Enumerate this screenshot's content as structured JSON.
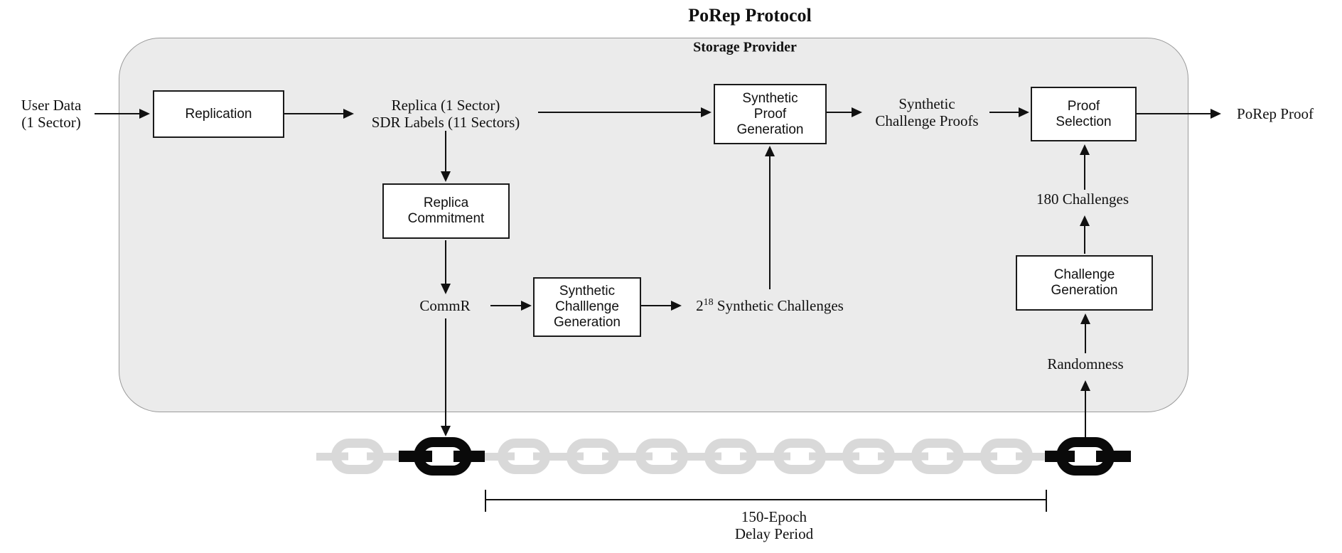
{
  "title": "PoRep Protocol",
  "container_label": "Storage Provider",
  "nodes": {
    "replication": [
      "Replication"
    ],
    "replica_commitment": [
      "Replica",
      "Commitment"
    ],
    "synthetic_challenge_generation": [
      "Synthetic",
      "Challlenge",
      "Generation"
    ],
    "synthetic_proof_generation": [
      "Synthetic",
      "Proof",
      "Generation"
    ],
    "proof_selection": [
      "Proof",
      "Selection"
    ],
    "challenge_generation": [
      "Challenge",
      "Generation"
    ]
  },
  "labels": {
    "user_data": [
      "User Data",
      "(1 Sector)"
    ],
    "replica_sdr": [
      "Replica (1 Sector)",
      "SDR Labels (11 Sectors)"
    ],
    "commr": "CommR",
    "synthetic_challenges": {
      "base": "2",
      "exp": "18",
      "rest": " Synthetic Challenges"
    },
    "synthetic_challenge_proofs": [
      "Synthetic",
      "Challenge Proofs"
    ],
    "porep_proof": "PoRep Proof",
    "challenges_180": "180 Challenges",
    "randomness": "Randomness",
    "delay_period": [
      "150-Epoch",
      "Delay Period"
    ]
  },
  "chain": {
    "links": [
      "gray",
      "black",
      "gray",
      "gray",
      "gray",
      "gray",
      "gray",
      "gray",
      "gray",
      "gray",
      "black"
    ]
  },
  "colors": {
    "container_fill": "#ebebeb",
    "container_border": "#9a9a9a",
    "box_border": "#1a1a1a",
    "chain_gray": "#d9d9d9",
    "chain_black": "#0a0a0a",
    "text": "#111111"
  }
}
